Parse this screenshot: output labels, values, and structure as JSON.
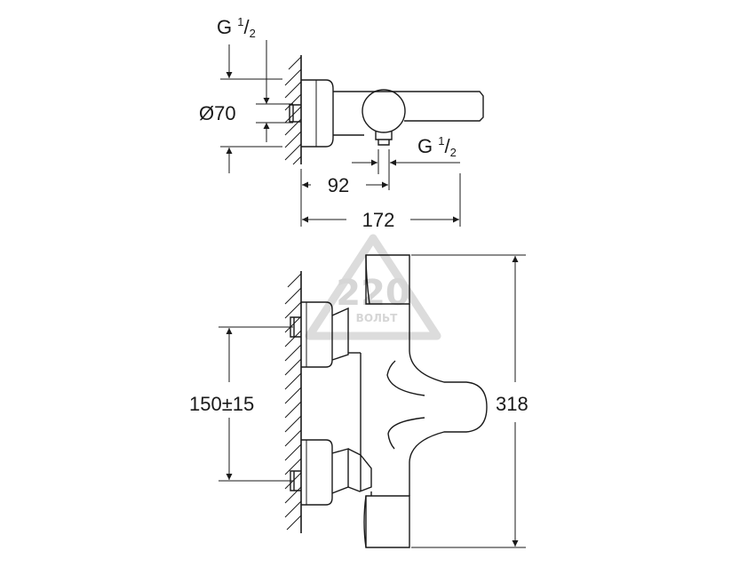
{
  "top_view": {
    "thread_top": {
      "prefix": "G ",
      "num": "1",
      "slash": "/",
      "den": "2"
    },
    "diameter": "Ø70",
    "thread_outlet": {
      "prefix": "G ",
      "num": "1",
      "slash": "/",
      "den": "2"
    },
    "dim_spout_offset": "92",
    "dim_depth": "172"
  },
  "front_view": {
    "dim_center_distance": "150±15",
    "dim_height": "318"
  },
  "watermark": {
    "number": "220",
    "text": "ВОЛЬТ"
  },
  "colors": {
    "line": "#1a1a1a",
    "watermark": "#cfcfcf"
  }
}
